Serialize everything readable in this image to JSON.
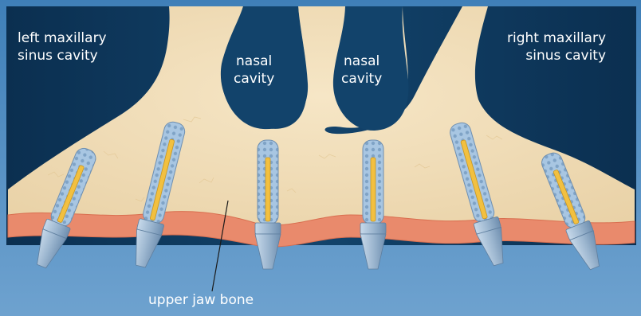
{
  "labels": {
    "left_sinus": [
      "left maxillary",
      "sinus cavity"
    ],
    "right_sinus": [
      "right maxillary",
      "sinus cavity"
    ],
    "nasal_left": [
      "nasal",
      "cavity"
    ],
    "nasal_right": [
      "nasal",
      "cavity"
    ],
    "jaw_bone": "upper jaw bone"
  },
  "implants": [
    {
      "id": "implant-1",
      "tilt_deg": 22
    },
    {
      "id": "implant-2",
      "tilt_deg": 14
    },
    {
      "id": "implant-3",
      "tilt_deg": 0
    },
    {
      "id": "implant-4",
      "tilt_deg": 0
    },
    {
      "id": "implant-5",
      "tilt_deg": -16
    },
    {
      "id": "implant-6",
      "tilt_deg": -22
    }
  ],
  "colors": {
    "cavity": "#0f3a5e",
    "bone": "#f1ddb8",
    "gum": "#e8896a",
    "gum_base": "#4f8bbf",
    "implant": "#a9c8e4",
    "abutment": "#9fb9d2",
    "rod": "#f2c040",
    "label": "#ffffff"
  }
}
